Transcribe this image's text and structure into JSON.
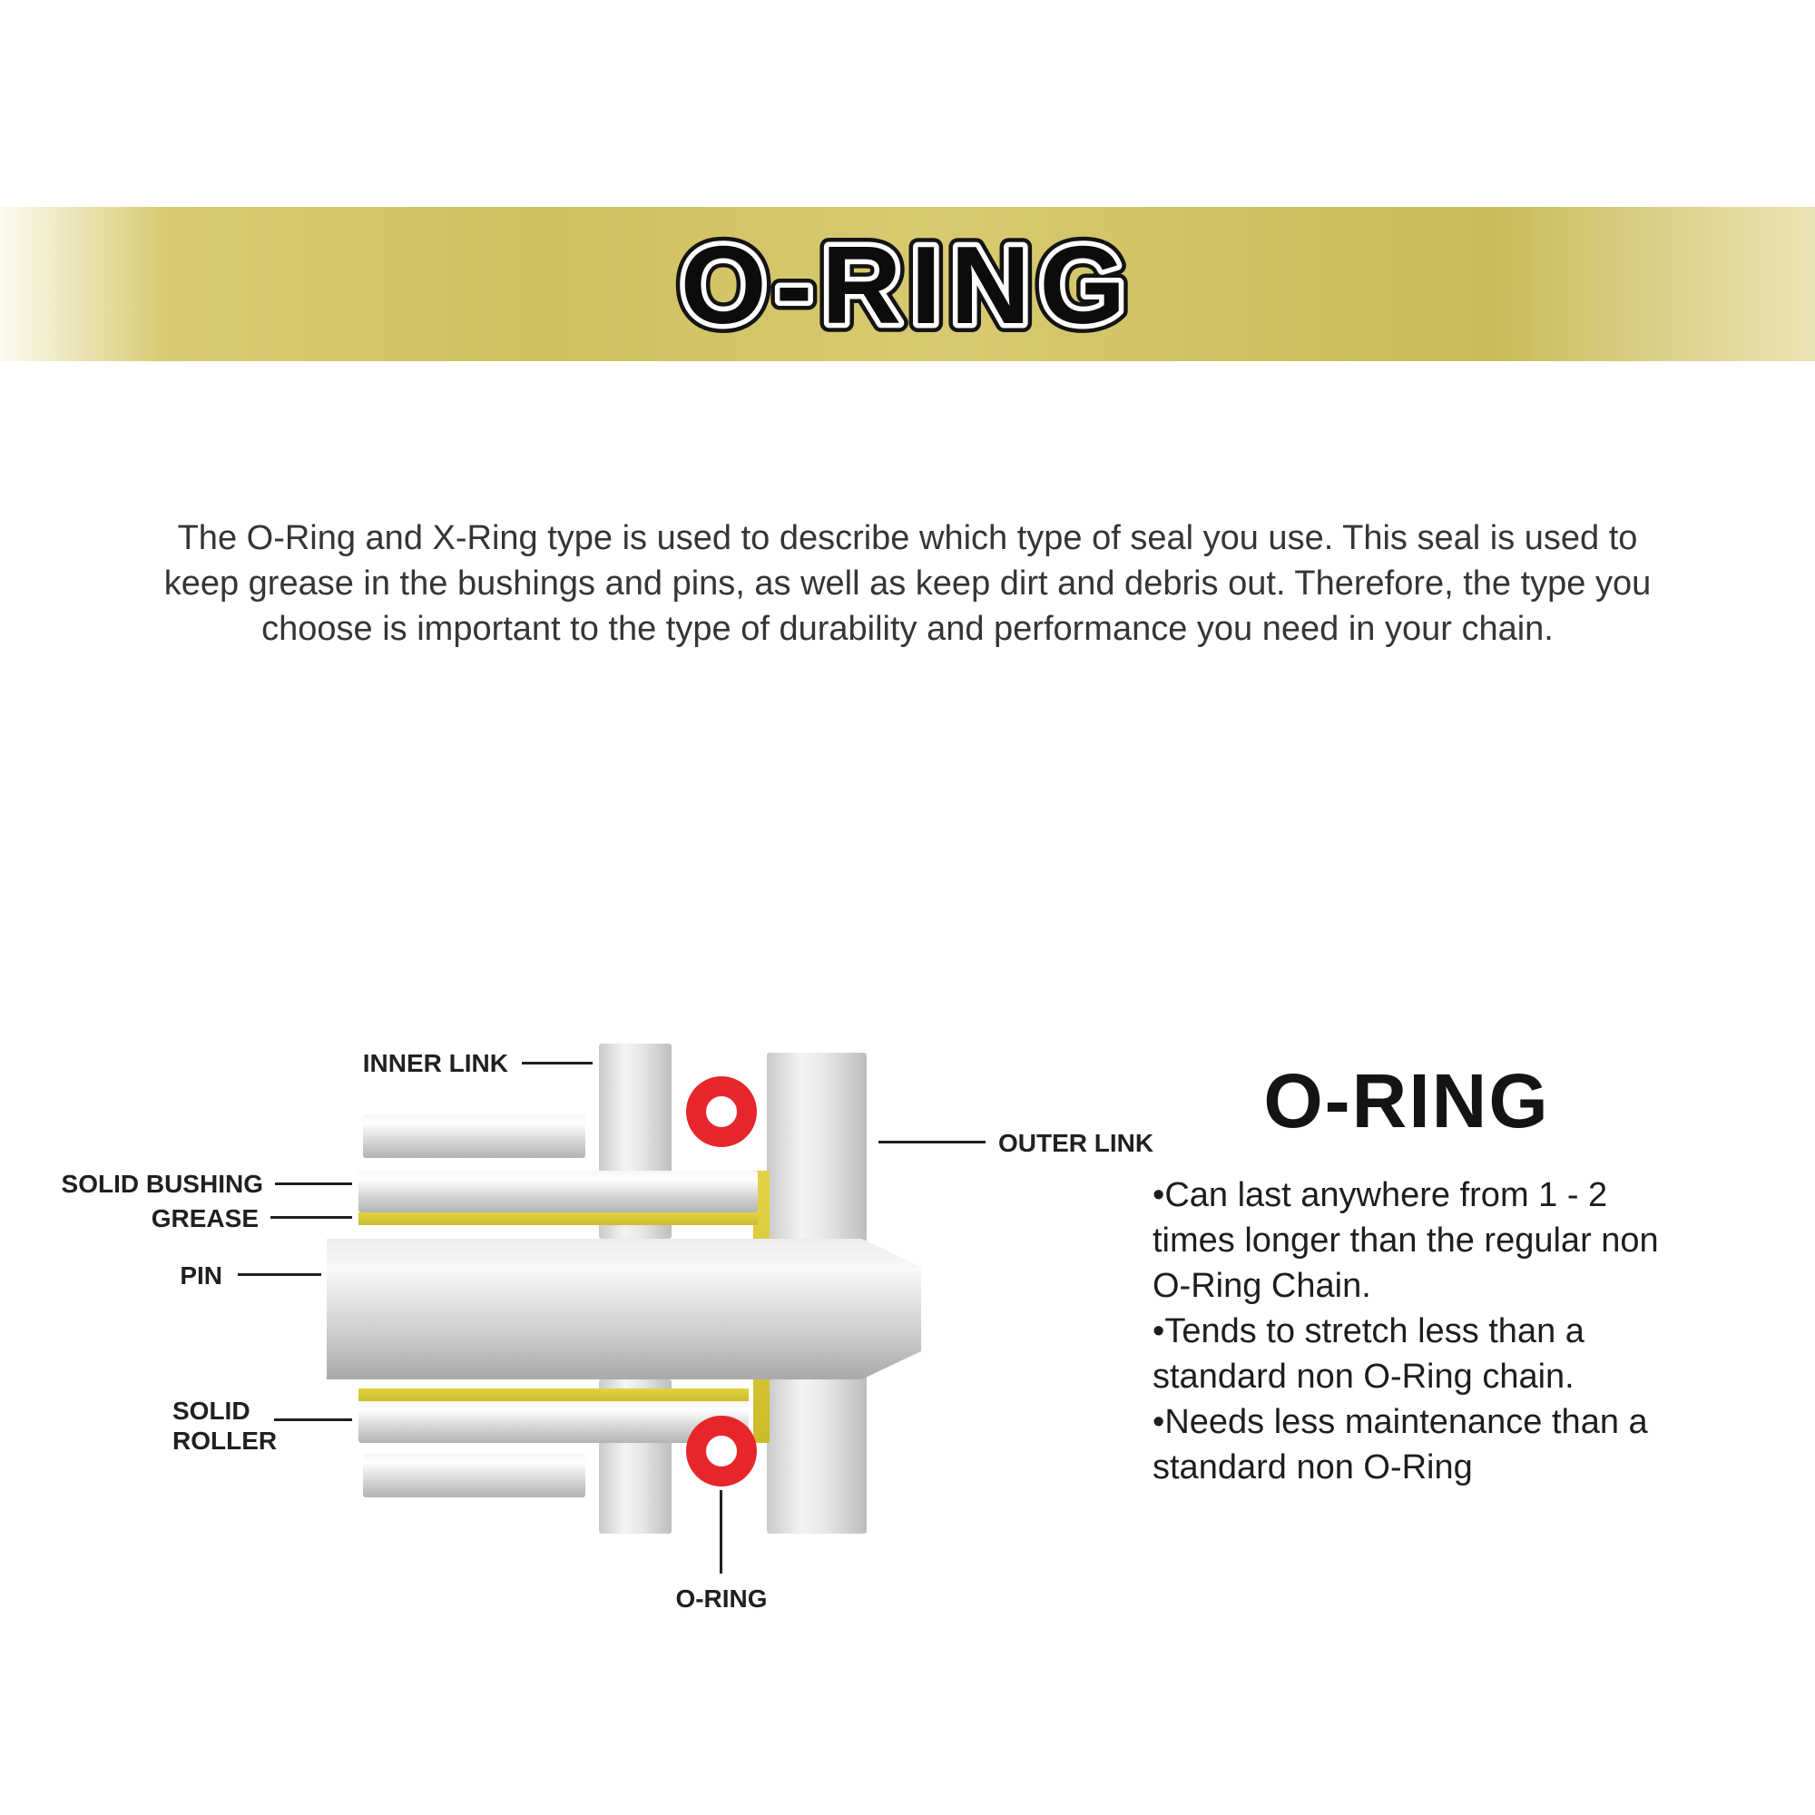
{
  "banner": {
    "title": "O-RING",
    "gradient_gold": "#d2c466"
  },
  "intro": {
    "text": "The O-Ring and X-Ring type is used to describe which type of seal you use. This seal is used to keep grease in the bushings and pins, as well as keep dirt and debris out. Therefore, the type you choose is important to the type of durability and performance you need in your chain."
  },
  "diagram": {
    "labels": {
      "inner_link": "INNER LINK",
      "outer_link": "OUTER LINK",
      "solid_bushing": "SOLID BUSHING",
      "grease": "GREASE",
      "pin": "PIN",
      "solid_roller": "SOLID ROLLER",
      "o_ring": "O-RING"
    },
    "colors": {
      "o_ring_red": "#e7262c",
      "grease_gold": "#d6c52f",
      "line_black": "#231f20"
    }
  },
  "info": {
    "heading": "O-RING",
    "bullets": [
      "Can last anywhere from 1 - 2 times longer than the regular non O-Ring Chain.",
      "Tends to stretch less than a standard non O-Ring chain.",
      "Needs less maintenance than a standard non O-Ring"
    ]
  }
}
